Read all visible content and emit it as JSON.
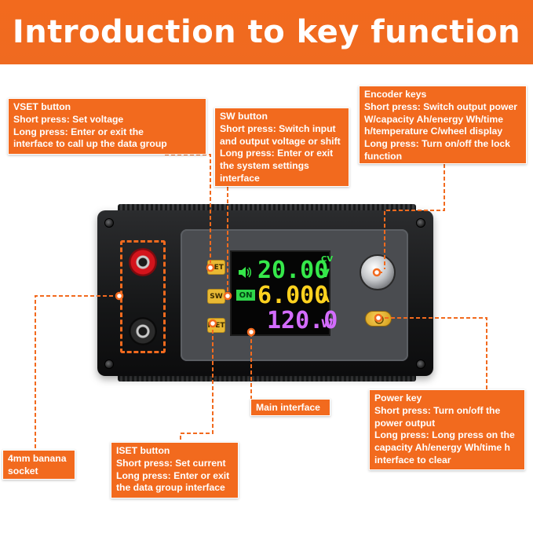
{
  "header": {
    "title": "Introduction to key function"
  },
  "callouts": {
    "vset": {
      "title": "VSET button",
      "lines": [
        "Short press: Set voltage",
        "Long press: Enter or exit the",
        "interface to call up the data group"
      ]
    },
    "sw": {
      "title": "SW button",
      "lines": [
        "Short press: Switch input",
        "and output voltage or shift",
        "Long press: Enter or exit",
        "the system settings",
        "interface"
      ]
    },
    "encoder": {
      "title": "Encoder keys",
      "lines": [
        "Short press: Switch output power",
        "W/capacity Ah/energy Wh/time",
        "h/temperature C/wheel display",
        "Long press: Turn on/off the lock",
        "function"
      ]
    },
    "power": {
      "title": "Power key",
      "lines": [
        "Short press: Turn on/off the",
        "power output",
        "Long press: Long press on the",
        "capacity Ah/energy Wh/time h",
        "interface to clear"
      ]
    },
    "main": {
      "title": "Main interface"
    },
    "iset": {
      "title": "ISET button",
      "lines": [
        "Short press: Set current",
        "Long press: Enter or exit",
        "the data group interface"
      ]
    },
    "banana": {
      "title": "4mm banana",
      "lines": [
        "socket"
      ]
    }
  },
  "device": {
    "buttons": {
      "set_top": "SET",
      "sw": "SW",
      "set_bottom": "ISET"
    },
    "lcd": {
      "voltage": "20.00",
      "voltage_unit": "V",
      "mode": "CV",
      "current": "6.000",
      "current_unit": "A",
      "power": "120.0",
      "power_unit": "W",
      "status": "ON"
    }
  },
  "colors": {
    "accent": "#f26a1e",
    "voltage": "#35e84a",
    "current": "#ffd21f",
    "power": "#d46cff",
    "status": "#2fd64a"
  },
  "icons": [
    "speaker-icon",
    "power-icon",
    "rotary-knob-icon"
  ]
}
